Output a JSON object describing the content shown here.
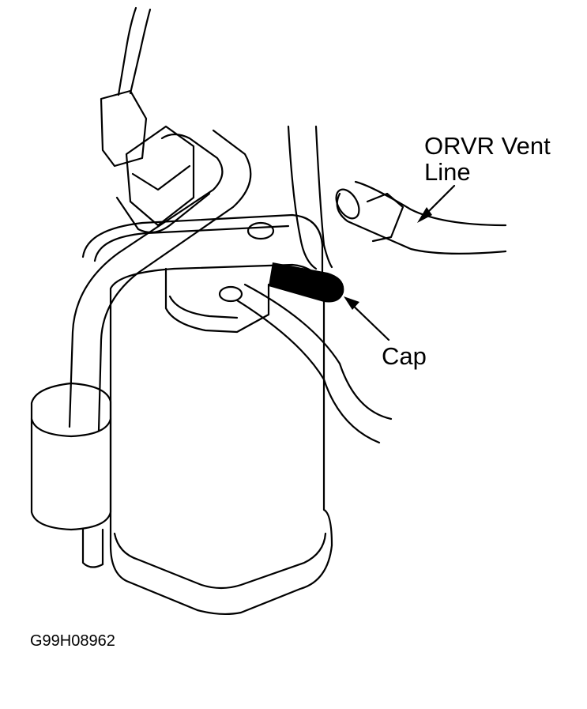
{
  "diagram": {
    "title": "EVAP canister with ORVR vent line and cap",
    "labels": {
      "orvr_line1": "ORVR Vent",
      "orvr_line2": "Line",
      "cap": "Cap"
    },
    "figure_code": "G99H08962",
    "colors": {
      "ink": "#000000",
      "paper": "#ffffff"
    }
  }
}
